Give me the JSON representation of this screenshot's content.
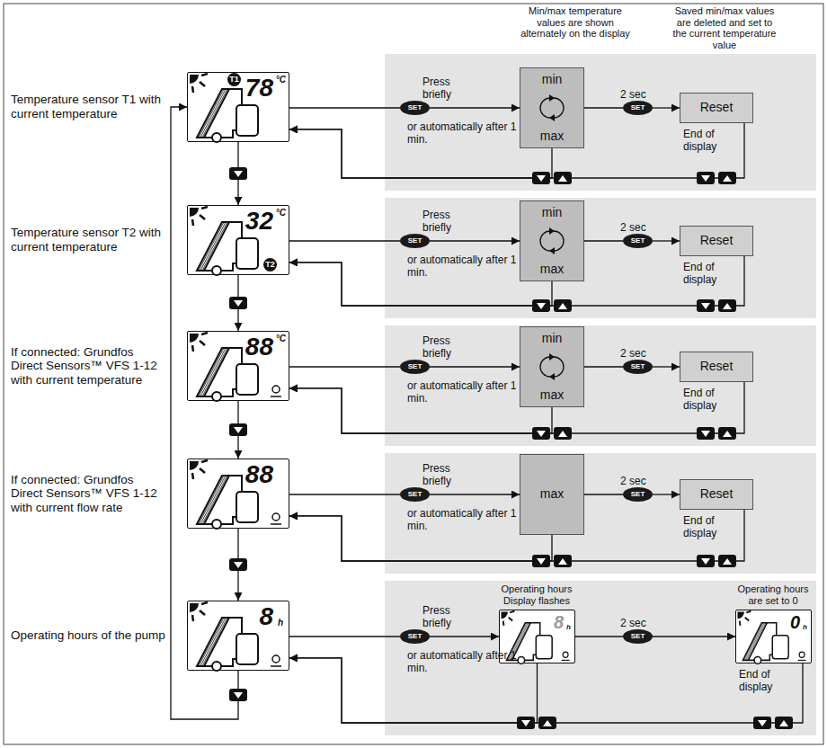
{
  "diagram": {
    "nodes": [
      {
        "text": [
          "T1",
          "78",
          "°C"
        ]
      },
      {
        "text": [
          "Press briefly",
          "or automatically after 1 min.",
          "2 sec",
          "End of display"
        ]
      },
      {
        "text": [
          "SET"
        ],
        "in": 1
      },
      {
        "text": [
          "min",
          "max"
        ],
        "in": 1
      },
      {
        "text": [
          "SET"
        ],
        "in": 1
      },
      {
        "text": [
          "Reset"
        ],
        "in": 1
      },
      {
        "text": [
          "T2",
          "32",
          "°C"
        ]
      },
      {
        "text": [
          "Press briefly",
          "or automatically after 1 min.",
          "2 sec",
          "End of display"
        ]
      },
      {
        "text": [
          "SET"
        ],
        "in": 7
      },
      {
        "text": [
          "min",
          "max"
        ],
        "in": 7
      },
      {
        "text": [
          "SET"
        ],
        "in": 7
      },
      {
        "text": [
          "Reset"
        ],
        "in": 7
      },
      {
        "text": [
          "88",
          "°C"
        ]
      },
      {
        "text": [
          "Press briefly",
          "or automatically after 1 min.",
          "2 sec",
          "End of display"
        ]
      },
      {
        "text": [
          "SET"
        ],
        "in": 13
      },
      {
        "text": [
          "min",
          "max"
        ],
        "in": 13
      },
      {
        "text": [
          "SET"
        ],
        "in": 13
      },
      {
        "text": [
          "Reset"
        ],
        "in": 13
      },
      {
        "text": [
          "88"
        ]
      },
      {
        "text": [
          "Press briefly",
          "or automatically after 1 min.",
          "2 sec",
          "End of display"
        ]
      },
      {
        "text": [
          "SET"
        ],
        "in": 19
      },
      {
        "text": [
          "max"
        ],
        "in": 19
      },
      {
        "text": [
          "SET"
        ],
        "in": 19
      },
      {
        "text": [
          "Reset"
        ],
        "in": 19
      },
      {
        "text": [
          "8",
          "h"
        ]
      },
      {
        "text": [
          "Press briefly",
          "or automatically after 1 min.",
          "2 sec",
          "End of display"
        ]
      },
      {
        "text": [
          "SET"
        ],
        "in": 25
      },
      {
        "text": [
          "8",
          "h"
        ],
        "in": 25
      },
      {
        "text": [
          "SET"
        ],
        "in": 25
      },
      {
        "text": [
          "0",
          "h"
        ],
        "in": 25
      }
    ],
    "edges": [
      {
        "from": 0,
        "to": 2,
        "arrow": "none"
      },
      {
        "from": 2,
        "to": 3,
        "arrow": "to"
      },
      {
        "from": 3,
        "to": 4,
        "arrow": "none"
      },
      {
        "from": 4,
        "to": 5,
        "arrow": "to"
      },
      {
        "from": 5,
        "to": 0,
        "arrow": "to"
      },
      {
        "from": 3,
        "to": 0,
        "arrow": "to"
      },
      {
        "from": 6,
        "to": 8,
        "arrow": "none"
      },
      {
        "from": 8,
        "to": 9,
        "arrow": "to"
      },
      {
        "from": 9,
        "to": 10,
        "arrow": "none"
      },
      {
        "from": 10,
        "to": 11,
        "arrow": "to"
      },
      {
        "from": 11,
        "to": 6,
        "arrow": "to"
      },
      {
        "from": 9,
        "to": 6,
        "arrow": "to"
      },
      {
        "from": 12,
        "to": 14,
        "arrow": "none"
      },
      {
        "from": 14,
        "to": 15,
        "arrow": "to"
      },
      {
        "from": 15,
        "to": 16,
        "arrow": "none"
      },
      {
        "from": 16,
        "to": 17,
        "arrow": "to"
      },
      {
        "from": 17,
        "to": 12,
        "arrow": "to"
      },
      {
        "from": 15,
        "to": 12,
        "arrow": "to"
      },
      {
        "from": 18,
        "to": 20,
        "arrow": "none"
      },
      {
        "from": 20,
        "to": 21,
        "arrow": "to"
      },
      {
        "from": 21,
        "to": 22,
        "arrow": "none"
      },
      {
        "from": 22,
        "to": 23,
        "arrow": "to"
      },
      {
        "from": 23,
        "to": 18,
        "arrow": "to"
      },
      {
        "from": 21,
        "to": 18,
        "arrow": "to"
      },
      {
        "from": 24,
        "to": 26,
        "arrow": "none"
      },
      {
        "from": 26,
        "to": 27,
        "arrow": "to"
      },
      {
        "from": 27,
        "to": 28,
        "arrow": "none"
      },
      {
        "from": 28,
        "to": 29,
        "arrow": "to"
      },
      {
        "from": 29,
        "to": 24,
        "arrow": "to"
      },
      {
        "from": 27,
        "to": 24,
        "arrow": "to"
      },
      {
        "from": 0,
        "to": 6,
        "arrow": "to"
      },
      {
        "from": 6,
        "to": 12,
        "arrow": "to"
      },
      {
        "from": 12,
        "to": 18,
        "arrow": "to"
      },
      {
        "from": 18,
        "to": 24,
        "arrow": "to"
      },
      {
        "from": 24,
        "to": 0,
        "arrow": "to"
      }
    ],
    "labels": [
      "Min/max temperature values are shown alternately on the display",
      "Saved min/max values are deleted and set to the current temperature value",
      "Temperature sensor T1 with current temperature",
      "Temperature sensor T2 with current temperature",
      "If connected: Grundfos Direct Sensors™ VFS 1-12 with current temperature",
      "If connected: Grundfos Direct Sensors™ VFS 1-12 with current flow rate",
      "Operating hours of the pump",
      "Operating hours Display flashes",
      "Operating hours are set to 0"
    ]
  }
}
